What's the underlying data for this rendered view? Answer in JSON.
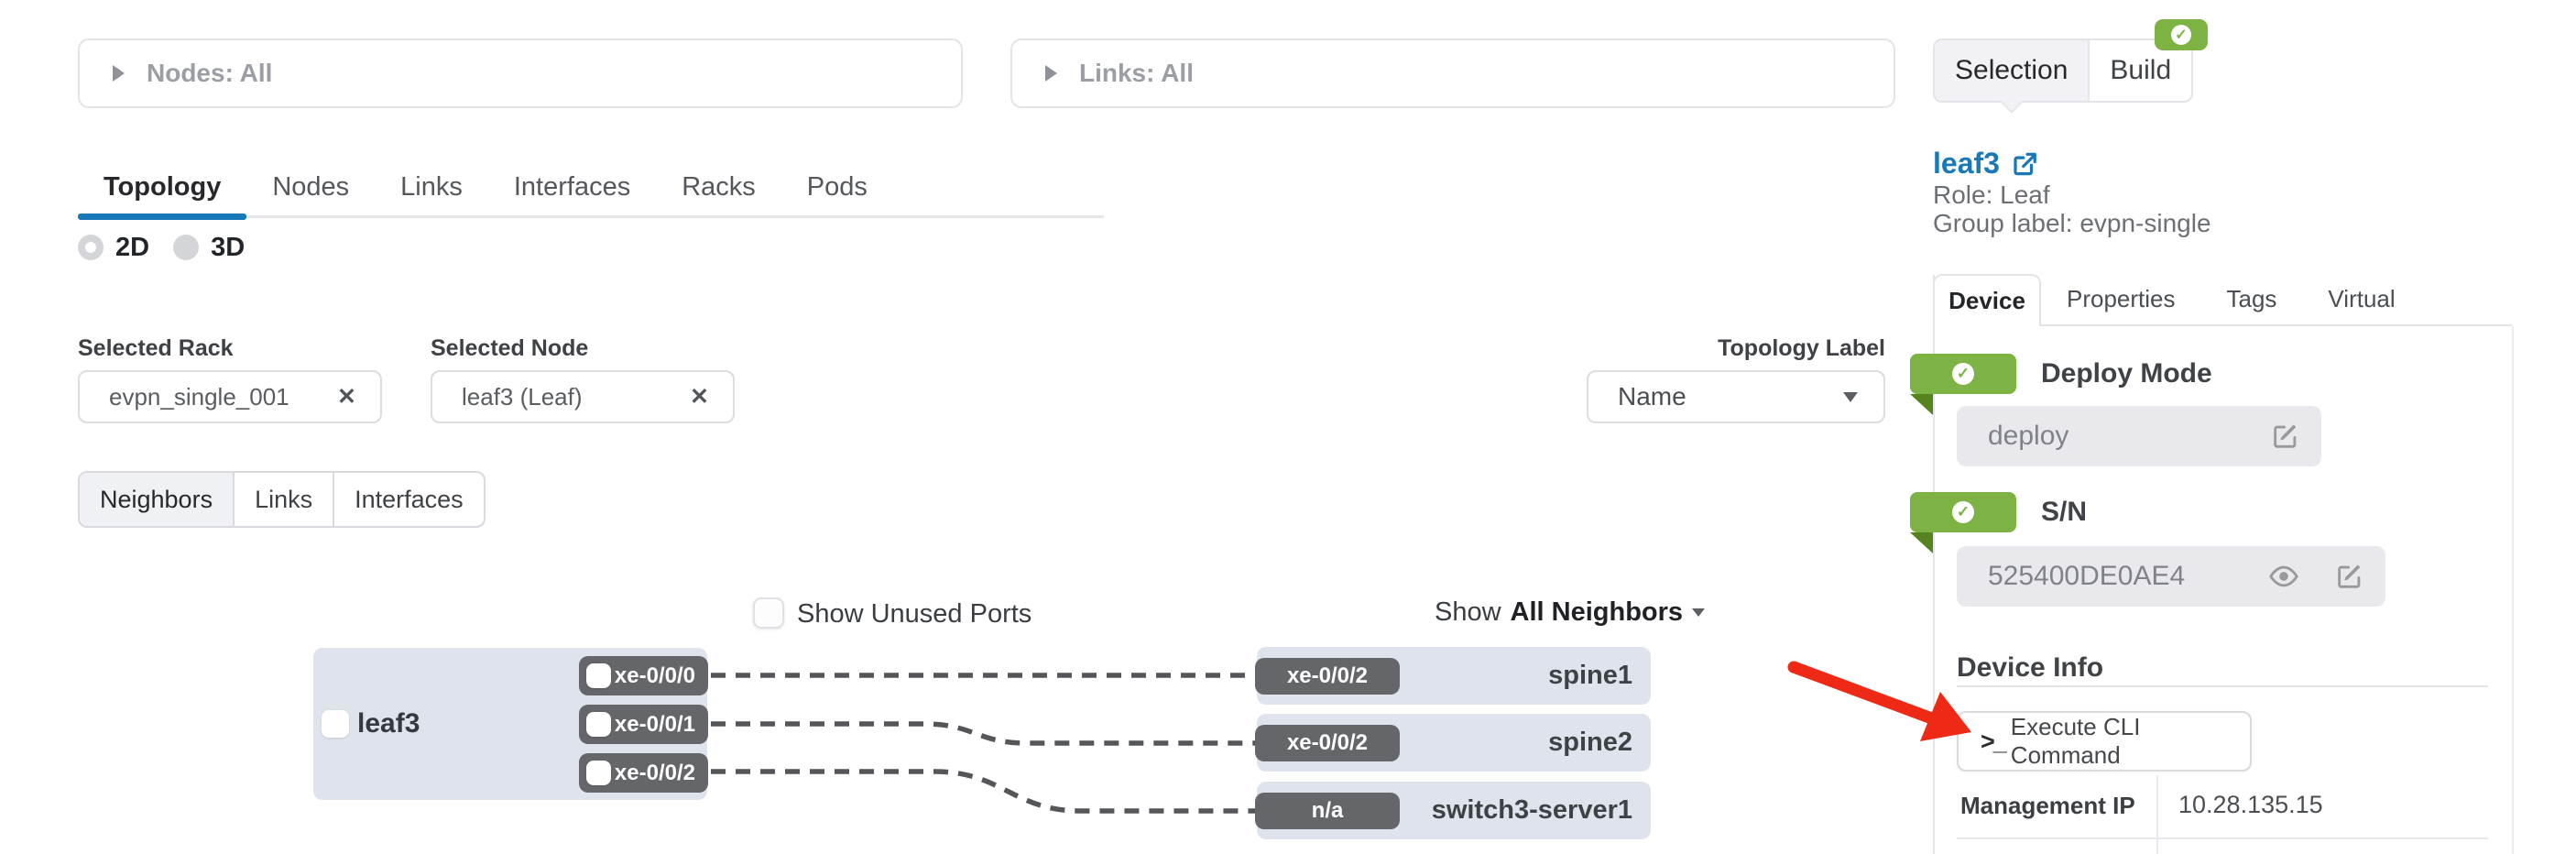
{
  "filters": {
    "nodes_label": "Nodes: All",
    "links_label": "Links: All"
  },
  "main_tabs": {
    "items": [
      "Topology",
      "Nodes",
      "Links",
      "Interfaces",
      "Racks",
      "Pods"
    ],
    "active": "Topology"
  },
  "view_modes": {
    "option_2d": "2D",
    "option_3d": "3D",
    "selected": "2D"
  },
  "selectors": {
    "rack_label": "Selected Rack",
    "rack_value": "evpn_single_001",
    "node_label": "Selected Node",
    "node_value": "leaf3 (Leaf)",
    "topology_label": "Topology Label",
    "topology_value": "Name"
  },
  "sub_tabs": {
    "items": [
      "Neighbors",
      "Links",
      "Interfaces"
    ],
    "active": "Neighbors"
  },
  "toolbar": {
    "show_unused_ports": "Show Unused Ports",
    "show_neighbors_prefix": "Show",
    "show_neighbors_value": "All Neighbors"
  },
  "topology": {
    "node": {
      "name": "leaf3",
      "ports": [
        "xe-0/0/0",
        "xe-0/0/1",
        "xe-0/0/2"
      ]
    },
    "neighbors": [
      {
        "port": "xe-0/0/2",
        "name": "spine1"
      },
      {
        "port": "xe-0/0/2",
        "name": "spine2"
      },
      {
        "port": "n/a",
        "name": "switch3-server1"
      }
    ]
  },
  "panel": {
    "tabs": {
      "selection": "Selection",
      "build": "Build"
    },
    "title": "leaf3",
    "role": "Role: Leaf",
    "group_label": "Group label: evpn-single",
    "device_tabs": [
      "Device",
      "Properties",
      "Tags",
      "Virtual"
    ],
    "deploy_mode": {
      "label": "Deploy Mode",
      "value": "deploy"
    },
    "serial": {
      "label": "S/N",
      "value": "525400DE0AE4"
    },
    "device_info": {
      "heading": "Device Info",
      "cli_button": "Execute CLI Command",
      "rows": [
        {
          "label": "Management IP",
          "value": "10.28.135.15"
        }
      ]
    }
  },
  "icons": {
    "check": "✓",
    "close": "✕",
    "prompt": ">_"
  },
  "colors": {
    "accent_blue": "#1878b8",
    "success_green": "#7cb342",
    "ribbon_green": "#7db344",
    "ribbon_fold": "#55831f",
    "arrow_red": "#ee2a17",
    "pill_grey": "#646669",
    "node_box_bg": "#dfe4ec"
  }
}
